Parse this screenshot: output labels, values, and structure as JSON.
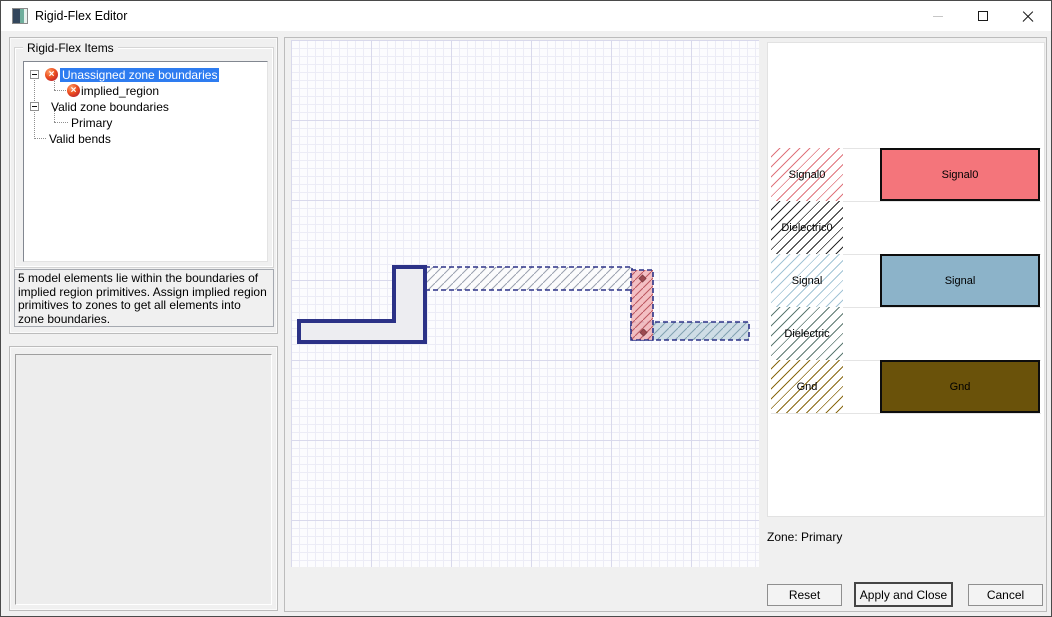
{
  "window": {
    "title": "Rigid-Flex Editor"
  },
  "sidebar": {
    "group_title": "Rigid-Flex Items",
    "tree": {
      "items": [
        {
          "label": "Unassigned zone boundaries",
          "icon": "error-icon",
          "selected": true
        },
        {
          "label": "implied_region",
          "icon": "error-icon",
          "selected": false
        },
        {
          "label": "Valid zone boundaries",
          "icon": "none",
          "selected": false
        },
        {
          "label": "Primary",
          "icon": "none",
          "selected": false
        },
        {
          "label": "Valid bends",
          "icon": "none",
          "selected": false
        }
      ]
    },
    "message": "5 model elements lie within the boundaries of implied region primitives.  Assign implied region primitives to zones to get all elements into zone boundaries."
  },
  "canvas": {
    "shapes": [
      {
        "name": "rigid-zone-outline-l-shape",
        "style": "solid outline"
      },
      {
        "name": "implied-region-strip",
        "style": "gray hatch, dashed outline"
      },
      {
        "name": "implied-region-vertical",
        "style": "red hatch, dashed outline"
      },
      {
        "name": "flex-strip",
        "style": "blue hatch, dashed outline"
      }
    ]
  },
  "stackup": {
    "zone_label": "Zone: Primary",
    "layers": [
      {
        "name": "Signal0",
        "hatch": "#e0757d",
        "block": "#f4757b",
        "has_block": true
      },
      {
        "name": "Dielectric0",
        "hatch": "#2a2a2a",
        "block": "",
        "has_block": false
      },
      {
        "name": "Signal",
        "hatch": "#a2c4d6",
        "block": "#8cb3c9",
        "has_block": true
      },
      {
        "name": "Dielectric",
        "hatch": "#5d7a72",
        "block": "",
        "has_block": false
      },
      {
        "name": "Gnd",
        "hatch": "#8a6a14",
        "block": "#6a520a",
        "has_block": true
      }
    ]
  },
  "footer": {
    "reset_label": "Reset",
    "apply_label": "Apply and Close",
    "cancel_label": "Cancel"
  },
  "colors": {
    "selection": "#2e7cf0",
    "outline": "#2c3287",
    "l_fill": "#ededf1",
    "implied_hatch": "#9aa0ae",
    "red_fill": "#f3b9bd",
    "red_hatch": "#bb555e",
    "marker": "#9c4a50",
    "blue_fill": "#cfdde6",
    "blue_hatch": "#7fa0b0"
  }
}
